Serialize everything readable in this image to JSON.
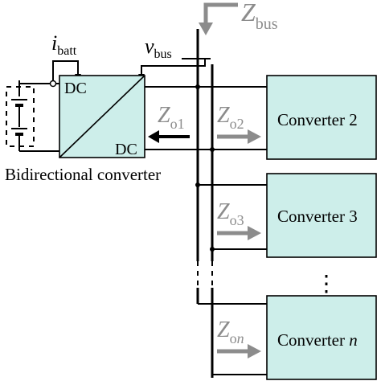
{
  "labels": {
    "z_bus_main": "Z",
    "z_bus_sub": "bus",
    "i_batt_main": "i",
    "i_batt_sub": "batt",
    "v_bus_main": "v",
    "v_bus_sub": "bus",
    "dc_top": "DC",
    "dc_bottom": "DC",
    "bidirectional": "Bidirectional converter",
    "zo1_main": "Z",
    "zo1_sub": "o1",
    "zo2_main": "Z",
    "zo2_sub": "o2",
    "zo3_main": "Z",
    "zo3_sub": "o3",
    "zon_main": "Z",
    "zon_sub_o": "o",
    "zon_sub_n": "n",
    "converter2": "Converter 2",
    "converter3": "Converter 3",
    "convertern_main": "Converter ",
    "convertern_n": "n",
    "ellipsis": "⋮"
  }
}
